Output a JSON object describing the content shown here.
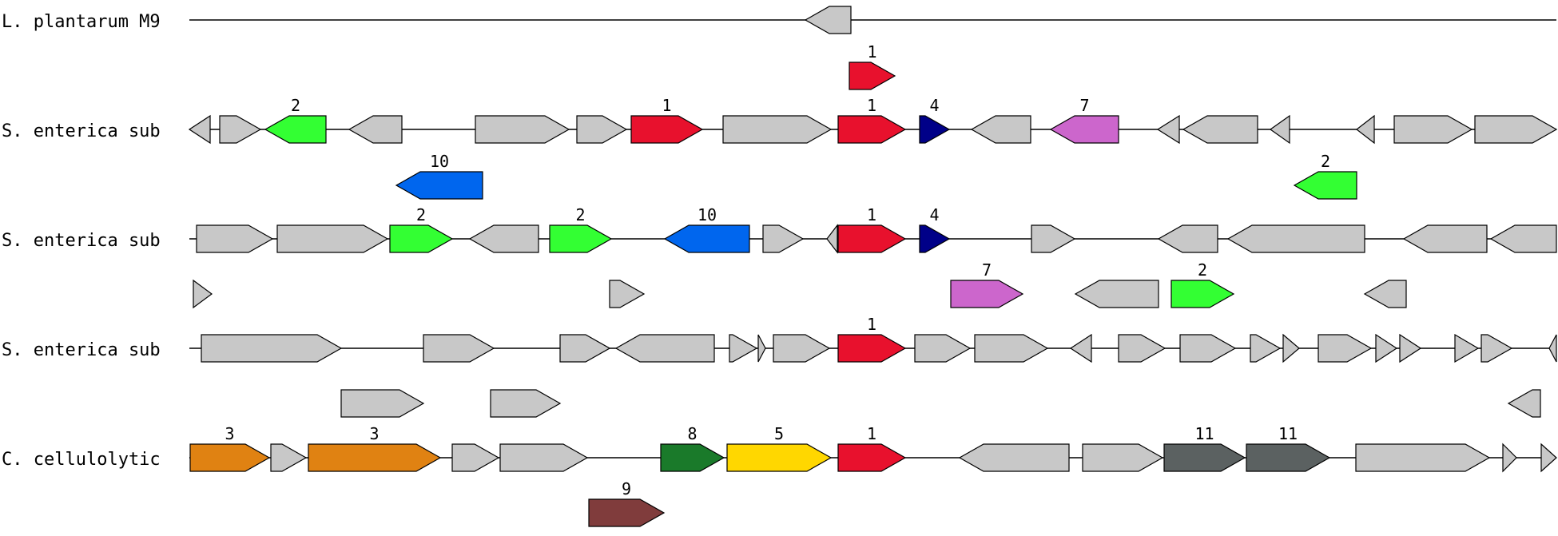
{
  "colors": {
    "grey": "#c8c8c8",
    "red": "#e8112d",
    "green": "#33ff33",
    "blue": "#0066ee",
    "navy": "#000088",
    "violet": "#cc66cc",
    "orange": "#e08212",
    "darkgreen": "#1a7a2a",
    "yellow": "#ffd700",
    "darkgrey": "#5b6161",
    "brown": "#803c3c"
  },
  "tracks": [
    {
      "label": "L. plantarum M9"
    },
    {
      "label": "S. enterica sub"
    },
    {
      "label": "S. enterica sub"
    },
    {
      "label": "S. enterica sub"
    },
    {
      "label": "C. cellulolytic"
    }
  ],
  "gene_labels": [
    "1",
    "2",
    "1",
    "1",
    "4",
    "7",
    "10",
    "2",
    "2",
    "2",
    "10",
    "1",
    "4",
    "7",
    "2",
    "1",
    "3",
    "3",
    "8",
    "5",
    "1",
    "11",
    "11",
    "9"
  ]
}
